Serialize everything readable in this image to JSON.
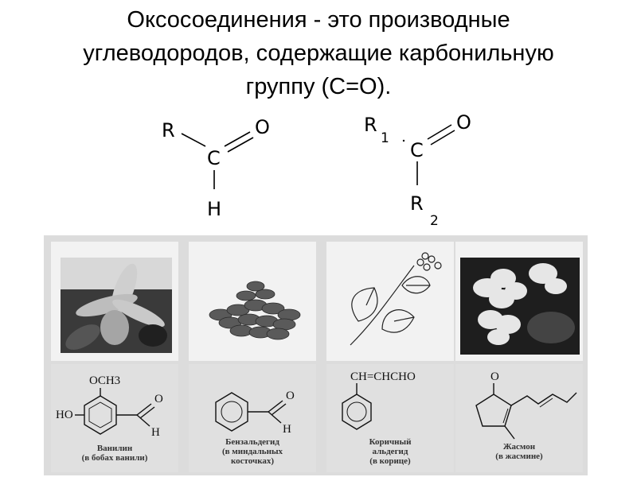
{
  "title": {
    "line1": "Оксосоединения - это производные",
    "line2": "углеводородов, содержащие карбонильную",
    "line3": "группу (С=О)."
  },
  "aldehyde": {
    "r": "R",
    "c": "C",
    "o": "O",
    "h": "H"
  },
  "ketone": {
    "r1": "R",
    "r1_sub": "1",
    "c": "C",
    "o": "O",
    "r2": "R",
    "r2_sub": "2"
  },
  "examples": [
    {
      "photo": "vanilla-flower-photo",
      "formula_top": "OCH3",
      "formula_left": "HO",
      "formula_o": "O",
      "formula_h": "H",
      "name": "Ванилин",
      "source": "(в бобах ванили)"
    },
    {
      "photo": "almonds-photo",
      "formula_o": "O",
      "formula_h": "H",
      "name": "Бензальдегид",
      "source_line1": "(в миндальных",
      "source_line2": "косточках)"
    },
    {
      "photo": "cinnamon-plant-drawing",
      "formula_top": "CH=CHCHO",
      "name": "Коричный",
      "name_line2": "альдегид",
      "source": "(в корице)"
    },
    {
      "photo": "jasmine-flower-photo",
      "formula_o": "O",
      "name": "Жасмон",
      "source": "(в жасмине)"
    }
  ]
}
